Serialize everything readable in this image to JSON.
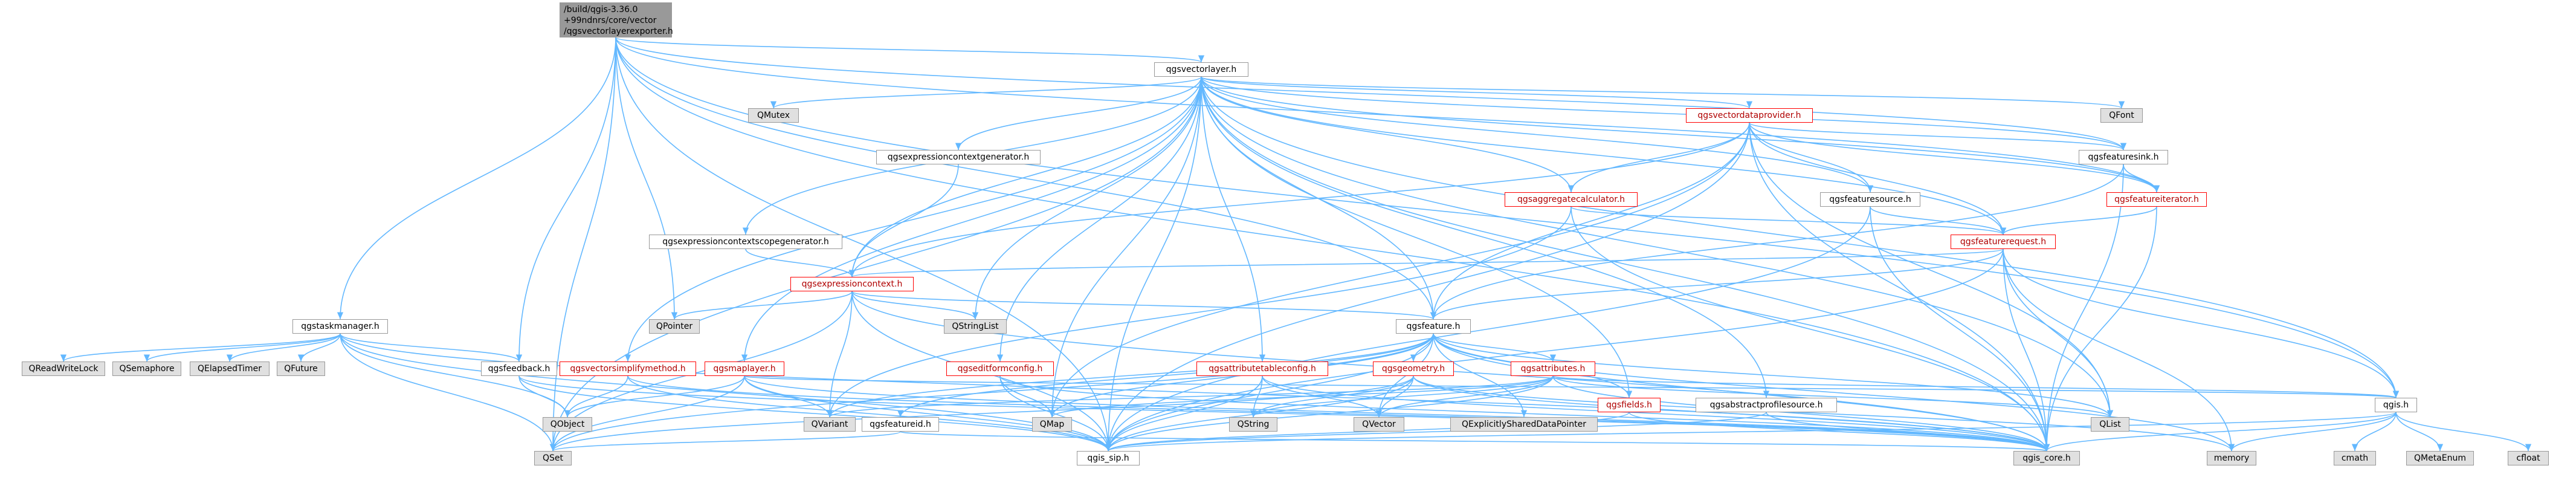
{
  "colors": {
    "edge": "#63b8ff",
    "node_border": "#999999",
    "external_fill": "#e0e0e0",
    "root_fill": "#999999",
    "incomplete_border": "#ff0000"
  },
  "nodes": [
    {
      "id": "root",
      "label_lines": [
        "/build/qgis-3.36.0",
        "+99ndnrs/core/vector",
        "/qgsvectorlayerexporter.h"
      ],
      "kind": "root"
    },
    {
      "id": "qgsvectorlayer",
      "label": "qgsvectorlayer.h",
      "kind": "file"
    },
    {
      "id": "qmutex",
      "label": "QMutex",
      "kind": "ext"
    },
    {
      "id": "qfont",
      "label": "QFont",
      "kind": "ext"
    },
    {
      "id": "qgsvectordataprovider",
      "label": "qgsvectordataprovider.h",
      "kind": "red"
    },
    {
      "id": "qgsexpressioncontextgenerator",
      "label": "qgsexpressioncontextgenerator.h",
      "kind": "file"
    },
    {
      "id": "qgsfeaturesink",
      "label": "qgsfeaturesink.h",
      "kind": "file"
    },
    {
      "id": "qgsfeatureiterator",
      "label": "qgsfeatureiterator.h",
      "kind": "red"
    },
    {
      "id": "qgsaggregatecalculator",
      "label": "qgsaggregatecalculator.h",
      "kind": "red"
    },
    {
      "id": "qgsfeaturesource",
      "label": "qgsfeaturesource.h",
      "kind": "file"
    },
    {
      "id": "qgsexpressioncontextscopegenerator",
      "label": "qgsexpressioncontextscopegenerator.h",
      "kind": "file"
    },
    {
      "id": "qgsfeaturerequest",
      "label": "qgsfeaturerequest.h",
      "kind": "red"
    },
    {
      "id": "qgsexpressioncontext",
      "label": "qgsexpressioncontext.h",
      "kind": "red"
    },
    {
      "id": "qgstaskmanager",
      "label": "qgstaskmanager.h",
      "kind": "file"
    },
    {
      "id": "qpointer",
      "label": "QPointer",
      "kind": "ext"
    },
    {
      "id": "qstringlist",
      "label": "QStringList",
      "kind": "ext"
    },
    {
      "id": "qgsfeature",
      "label": "qgsfeature.h",
      "kind": "file"
    },
    {
      "id": "qreadwritelock",
      "label": "QReadWriteLock",
      "kind": "ext"
    },
    {
      "id": "qsemaphore",
      "label": "QSemaphore",
      "kind": "ext"
    },
    {
      "id": "qelapsedtimer",
      "label": "QElapsedTimer",
      "kind": "ext"
    },
    {
      "id": "qfuture",
      "label": "QFuture",
      "kind": "ext"
    },
    {
      "id": "qgsfeedback",
      "label": "qgsfeedback.h",
      "kind": "file"
    },
    {
      "id": "qgsvectorsimplifymethod",
      "label": "qgsvectorsimplifymethod.h",
      "kind": "red"
    },
    {
      "id": "qgsmaplayer",
      "label": "qgsmaplayer.h",
      "kind": "red"
    },
    {
      "id": "qgseditformconfig",
      "label": "qgseditformconfig.h",
      "kind": "red"
    },
    {
      "id": "qgsattributetableconfig",
      "label": "qgsattributetableconfig.h",
      "kind": "red"
    },
    {
      "id": "qgsgeometry",
      "label": "qgsgeometry.h",
      "kind": "red"
    },
    {
      "id": "qgsattributes",
      "label": "qgsattributes.h",
      "kind": "red"
    },
    {
      "id": "qgsfields",
      "label": "qgsfields.h",
      "kind": "red"
    },
    {
      "id": "qgsabstractprofilesource",
      "label": "qgsabstractprofilesource.h",
      "kind": "file"
    },
    {
      "id": "qgis",
      "label": "qgis.h",
      "kind": "file"
    },
    {
      "id": "qobject",
      "label": "QObject",
      "kind": "ext"
    },
    {
      "id": "qvariant",
      "label": "QVariant",
      "kind": "ext"
    },
    {
      "id": "qgsfeatureid",
      "label": "qgsfeatureid.h",
      "kind": "file"
    },
    {
      "id": "qmap",
      "label": "QMap",
      "kind": "ext"
    },
    {
      "id": "qstring",
      "label": "QString",
      "kind": "ext"
    },
    {
      "id": "qvector",
      "label": "QVector",
      "kind": "ext"
    },
    {
      "id": "qexplicitlyshareddatapointer",
      "label": "QExplicitlySharedDataPointer",
      "kind": "ext"
    },
    {
      "id": "qlist",
      "label": "QList",
      "kind": "ext"
    },
    {
      "id": "qset",
      "label": "QSet",
      "kind": "ext"
    },
    {
      "id": "qgis_sip",
      "label": "qgis_sip.h",
      "kind": "file"
    },
    {
      "id": "qgis_core",
      "label": "qgis_core.h",
      "kind": "ext"
    },
    {
      "id": "memory",
      "label": "memory",
      "kind": "ext"
    },
    {
      "id": "cmath",
      "label": "cmath",
      "kind": "ext"
    },
    {
      "id": "qmetaenum",
      "label": "QMetaEnum",
      "kind": "ext"
    },
    {
      "id": "cfloat",
      "label": "cfloat",
      "kind": "ext"
    }
  ],
  "edges": [
    [
      "root",
      "qgsvectorlayer"
    ],
    [
      "root",
      "qgstaskmanager"
    ],
    [
      "root",
      "qgsfeature"
    ],
    [
      "root",
      "qgsfeedback"
    ],
    [
      "root",
      "qpointer"
    ],
    [
      "root",
      "qgis_sip"
    ],
    [
      "root",
      "qgis_core"
    ],
    [
      "root",
      "qgis"
    ],
    [
      "root",
      "qgsfeaturesink"
    ],
    [
      "root",
      "qgsfeatureiterator"
    ],
    [
      "root",
      "qset"
    ],
    [
      "qgsvectorlayer",
      "qmutex"
    ],
    [
      "qgsvectorlayer",
      "qfont"
    ],
    [
      "qgsvectorlayer",
      "qgsvectordataprovider"
    ],
    [
      "qgsvectorlayer",
      "qgsexpressioncontextgenerator"
    ],
    [
      "qgsvectorlayer",
      "qgsexpressioncontextscopegenerator"
    ],
    [
      "qgsvectorlayer",
      "qgsaggregatecalculator"
    ],
    [
      "qgsvectorlayer",
      "qgsfeaturesource"
    ],
    [
      "qgsvectorlayer",
      "qgsfeaturerequest"
    ],
    [
      "qgsvectorlayer",
      "qgsexpressioncontext"
    ],
    [
      "qgsvectorlayer",
      "qstringlist"
    ],
    [
      "qgsvectorlayer",
      "qgsfeature"
    ],
    [
      "qgsvectorlayer",
      "qgsvectorsimplifymethod"
    ],
    [
      "qgsvectorlayer",
      "qgsmaplayer"
    ],
    [
      "qgsvectorlayer",
      "qgseditformconfig"
    ],
    [
      "qgsvectorlayer",
      "qgsattributetableconfig"
    ],
    [
      "qgsvectorlayer",
      "qgsfields"
    ],
    [
      "qgsvectorlayer",
      "qgsabstractprofilesource"
    ],
    [
      "qgsvectorlayer",
      "qgis"
    ],
    [
      "qgsvectorlayer",
      "qmap"
    ],
    [
      "qgsvectorlayer",
      "qset"
    ],
    [
      "qgsvectorlayer",
      "qlist"
    ],
    [
      "qgsvectorlayer",
      "qgis_core"
    ],
    [
      "qgsvectorlayer",
      "qgis_sip"
    ],
    [
      "qgsvectorlayer",
      "qgsfeaturesink"
    ],
    [
      "qgsvectorlayer",
      "qgsfeatureiterator"
    ],
    [
      "qgsvectordataprovider",
      "qgsfeaturesink"
    ],
    [
      "qgsvectordataprovider",
      "qgsaggregatecalculator"
    ],
    [
      "qgsvectordataprovider",
      "qgsfeaturesource"
    ],
    [
      "qgsvectordataprovider",
      "qgsfeaturerequest"
    ],
    [
      "qgsvectordataprovider",
      "qgsexpressioncontext"
    ],
    [
      "qgsvectordataprovider",
      "qgsfeature"
    ],
    [
      "qgsvectordataprovider",
      "qlist"
    ],
    [
      "qgsvectordataprovider",
      "qmap"
    ],
    [
      "qgsvectordataprovider",
      "qgis_core"
    ],
    [
      "qgsvectordataprovider",
      "qgis_sip"
    ],
    [
      "qgsvectordataprovider",
      "qgsfeatureiterator"
    ],
    [
      "qgsexpressioncontextgenerator",
      "qgsexpressioncontext"
    ],
    [
      "qgsexpressioncontextscopegenerator",
      "qgsexpressioncontext"
    ],
    [
      "qgsfeaturesink",
      "qgsfeature"
    ],
    [
      "qgsfeaturesink",
      "qgis_core"
    ],
    [
      "qgsfeaturesink",
      "qgsfeatureiterator"
    ],
    [
      "qgsfeatureiterator",
      "qgsfeaturerequest"
    ],
    [
      "qgsfeatureiterator",
      "qgis_core"
    ],
    [
      "qgsaggregatecalculator",
      "qgsfeaturerequest"
    ],
    [
      "qgsaggregatecalculator",
      "qvariant"
    ],
    [
      "qgsaggregatecalculator",
      "qgis_core"
    ],
    [
      "qgsfeaturesource",
      "qgsfeaturerequest"
    ],
    [
      "qgsfeaturesource",
      "qgis_core"
    ],
    [
      "qgsfeaturesource",
      "qgis_sip"
    ],
    [
      "qgsfeaturerequest",
      "qgsexpressioncontext"
    ],
    [
      "qgsfeaturerequest",
      "qgsfeature"
    ],
    [
      "qgsfeaturerequest",
      "qlist"
    ],
    [
      "qgsfeaturerequest",
      "qgis"
    ],
    [
      "qgsfeaturerequest",
      "qgis_core"
    ],
    [
      "qgsfeaturerequest",
      "qgis_sip"
    ],
    [
      "qgsfeaturerequest",
      "memory"
    ],
    [
      "qgsexpressioncontext",
      "qpointer"
    ],
    [
      "qgsexpressioncontext",
      "qstringlist"
    ],
    [
      "qgsexpressioncontext",
      "qgsfeature"
    ],
    [
      "qgsexpressioncontext",
      "qvariant"
    ],
    [
      "qgsexpressioncontext",
      "qset"
    ],
    [
      "qgsexpressioncontext",
      "qgis_core"
    ],
    [
      "qgsexpressioncontext",
      "qgis_sip"
    ],
    [
      "qgstaskmanager",
      "qreadwritelock"
    ],
    [
      "qgstaskmanager",
      "qsemaphore"
    ],
    [
      "qgstaskmanager",
      "qelapsedtimer"
    ],
    [
      "qgstaskmanager",
      "qfuture"
    ],
    [
      "qgstaskmanager",
      "qobject"
    ],
    [
      "qgstaskmanager",
      "qgis_sip"
    ],
    [
      "qgstaskmanager",
      "qgis_core"
    ],
    [
      "qgstaskmanager",
      "qset"
    ],
    [
      "qgstaskmanager",
      "qgsfeedback"
    ],
    [
      "qgsfeedback",
      "qobject"
    ],
    [
      "qgsfeedback",
      "qgis_sip"
    ],
    [
      "qgsfeedback",
      "qgis_core"
    ],
    [
      "qgsfeature",
      "qgsfeatureid"
    ],
    [
      "qgsfeature",
      "qgsgeometry"
    ],
    [
      "qgsfeature",
      "qgsattributes"
    ],
    [
      "qgsfeature",
      "qgsfields"
    ],
    [
      "qgsfeature",
      "qvariant"
    ],
    [
      "qgsfeature",
      "qmap"
    ],
    [
      "qgsfeature",
      "qlist"
    ],
    [
      "qgsfeature",
      "qvector"
    ],
    [
      "qgsfeature",
      "qset"
    ],
    [
      "qgsfeature",
      "qexplicitlyshareddatapointer"
    ],
    [
      "qgsfeature",
      "qgis_core"
    ],
    [
      "qgsfeature",
      "qgis_sip"
    ],
    [
      "qgsfeature",
      "memory"
    ],
    [
      "qgsvectorsimplifymethod",
      "qobject"
    ],
    [
      "qgsvectorsimplifymethod",
      "qgis_core"
    ],
    [
      "qgsvectorsimplifymethod",
      "qgis_sip"
    ],
    [
      "qgsmaplayer",
      "qobject"
    ],
    [
      "qgsmaplayer",
      "qvariant"
    ],
    [
      "qgsmaplayer",
      "qset"
    ],
    [
      "qgsmaplayer",
      "qgis_sip"
    ],
    [
      "qgsmaplayer",
      "qgis_core"
    ],
    [
      "qgsmaplayer",
      "qgis"
    ],
    [
      "qgseditformconfig",
      "qmap"
    ],
    [
      "qgseditformconfig",
      "qgis_core"
    ],
    [
      "qgseditformconfig",
      "qgis_sip"
    ],
    [
      "qgsattributetableconfig",
      "qstring"
    ],
    [
      "qgsattributetableconfig",
      "qvector"
    ],
    [
      "qgsattributetableconfig",
      "qgis_core"
    ],
    [
      "qgsattributetableconfig",
      "qgis_sip"
    ],
    [
      "qgsgeometry",
      "qstring"
    ],
    [
      "qgsgeometry",
      "qvector"
    ],
    [
      "qgsgeometry",
      "qset"
    ],
    [
      "qgsgeometry",
      "qgis_core"
    ],
    [
      "qgsgeometry",
      "qgis_sip"
    ],
    [
      "qgsgeometry",
      "memory"
    ],
    [
      "qgsattributes",
      "qmap"
    ],
    [
      "qgsattributes",
      "qstring"
    ],
    [
      "qgsattributes",
      "qvariant"
    ],
    [
      "qgsattributes",
      "qvector"
    ],
    [
      "qgsattributes",
      "qlist"
    ],
    [
      "qgsattributes",
      "qgis_core"
    ],
    [
      "qgsattributes",
      "qgis_sip"
    ],
    [
      "qgsattributes",
      "qgis"
    ],
    [
      "qgsfields",
      "qgis_core"
    ],
    [
      "qgsfields",
      "qgis_sip"
    ],
    [
      "qgsabstractprofilesource",
      "qgis_core"
    ],
    [
      "qgsabstractprofilesource",
      "qgis_sip"
    ],
    [
      "qgsfeatureid",
      "qset"
    ],
    [
      "qgsfeatureid",
      "qgis_core"
    ],
    [
      "qgis",
      "qgis_sip"
    ],
    [
      "qgis",
      "qgis_core"
    ],
    [
      "qgis",
      "memory"
    ],
    [
      "qgis",
      "cmath"
    ],
    [
      "qgis",
      "qmetaenum"
    ],
    [
      "qgis",
      "cfloat"
    ]
  ]
}
